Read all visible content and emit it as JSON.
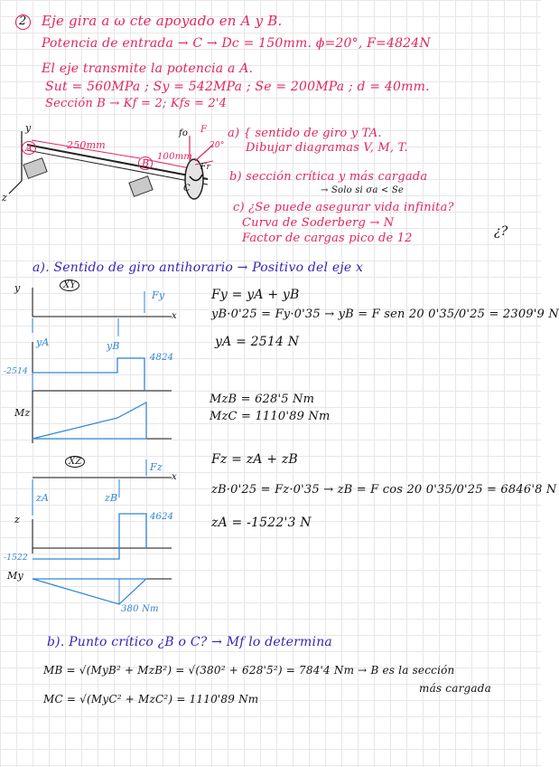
{
  "header": {
    "problem_number": "2",
    "line1": "Eje gira a ω cte apoyado en A y B.",
    "line2": "Potencia de entrada → C → Dc = 150mm. ϕ=20°, F=4824N",
    "line3": "El eje transmite la potencia a A.",
    "line4": "Sut = 560MPa ; Sy = 542MPa ; Se = 200MPa ; d = 40mm.",
    "line5": "Sección B → Kf = 2; Kfs = 2'4"
  },
  "figure": {
    "axis_y": "y",
    "axis_z": "z",
    "point_a": "A",
    "point_b": "B",
    "point_c": "C",
    "len_ab": "250mm",
    "len_bc": "100mm",
    "force_label": "F",
    "force_fo": "fo",
    "force_fr": "Fr",
    "angle": "20°"
  },
  "tasks": {
    "a1": "a) { sentido de giro y TA.",
    "a2": "Dibujar diagramas V, M, T.",
    "b": "b) sección crítica y más cargada",
    "b_note": "→ Solo si σa < Se",
    "c1": "c) ¿Se puede asegurar vida infinita?",
    "c2": "Curva de Soderberg → N",
    "c3": "Factor de cargas pico de 12",
    "c_q": "¿?"
  },
  "part_a": {
    "title": "a). Sentido de giro antihorario → Positivo del eje x",
    "xy": {
      "tag": "XY",
      "fy_label": "Fy",
      "ya_label": "yA",
      "yb_label": "yB",
      "v_label": "y",
      "m_label": "Mz",
      "x_label": "x",
      "v_pos": "4824",
      "v_neg": "-2514",
      "eq1": "Fy = yA + yB",
      "eq2": "yB·0'25 = Fy·0'35 → yB = F sen 20 0'35/0'25 = 2309'9 N",
      "eq3": "yA = 2514 N",
      "mb": "MzB = 628'5 Nm",
      "mc": "MzC = 1110'89 Nm"
    },
    "xz": {
      "tag": "XZ",
      "fz_label": "Fz",
      "za_label": "zA",
      "zb_label": "zB",
      "v_label": "z",
      "m_label": "My",
      "x_label": "x",
      "v_pos": "4624",
      "v_neg": "-1522",
      "m_val": "380 Nm",
      "eq1": "Fz = zA + zB",
      "eq2": "zB·0'25 = Fz·0'35 → zB = F cos 20 0'35/0'25 = 6846'8 N",
      "eq3": "zA = -1522'3 N"
    }
  },
  "part_b": {
    "title": "b). Punto crítico ¿B o C? → Mf lo determina",
    "eq_b": "MB = √(MyB² + MzB²) = √(380² + 628'5²) = 784'4 Nm → B es la sección",
    "eq_b2": "más cargada",
    "eq_c": "MC = √(MyC² + MzC²) = 1110'89 Nm"
  },
  "colors": {
    "ink": "#3a1fb5",
    "black": "#111111",
    "pink": "#e2265f",
    "diagram_blue": "#2f86d6"
  }
}
